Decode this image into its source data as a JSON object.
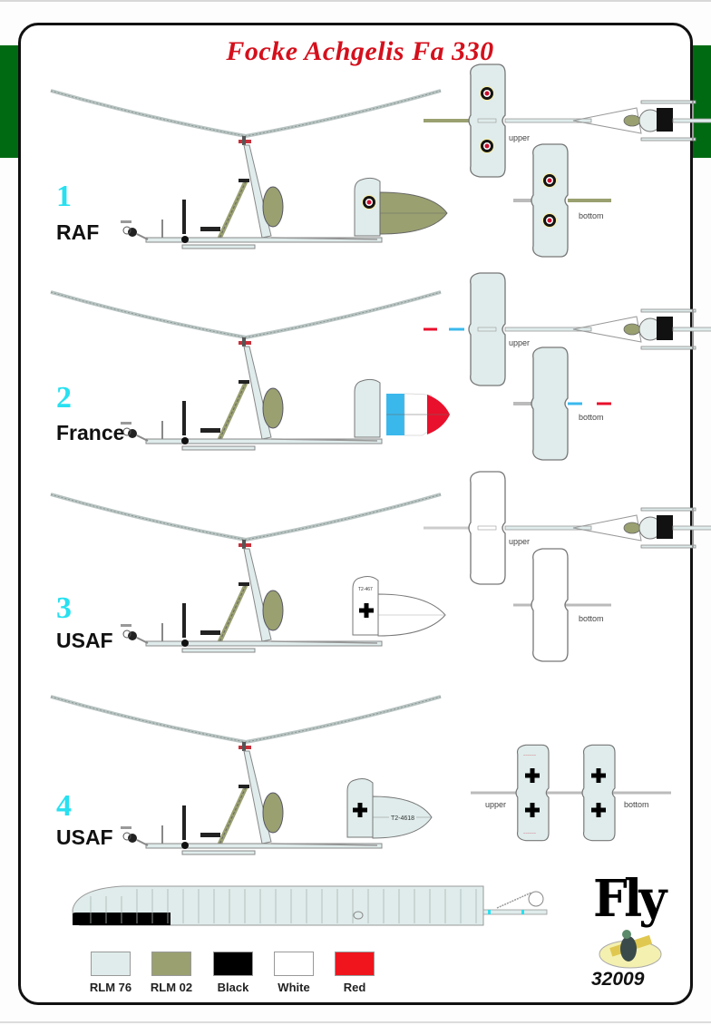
{
  "sheet": {
    "title": "Focke Achgelis Fa 330",
    "brand": "Fly",
    "catalog_number": "32009"
  },
  "schemes": [
    {
      "number": "1",
      "name": "RAF",
      "tail_cone": "RLM 02",
      "marking": "roundel",
      "views": {
        "upper": "upper",
        "bottom": "bottom"
      }
    },
    {
      "number": "2",
      "name": "France",
      "tail_cone": "tricolor blue-white-red",
      "marking": "tricolor",
      "views": {
        "upper": "upper",
        "bottom": "bottom"
      }
    },
    {
      "number": "3",
      "name": "USAF",
      "tail_cone": "White",
      "marking": "black cross",
      "fin_code": "T2-467",
      "views": {
        "upper": "upper",
        "bottom": "bottom"
      }
    },
    {
      "number": "4",
      "name": "USAF",
      "tail_cone": "RLM 76",
      "marking": "black cross",
      "fin_code": "T2-4618",
      "views": {
        "upper": "upper",
        "bottom": "bottom"
      }
    }
  ],
  "palette": [
    {
      "name": "RLM 76",
      "color": "#dfeceb"
    },
    {
      "name": "RLM 02",
      "color": "#9aa070"
    },
    {
      "name": "Black",
      "color": "#000000"
    },
    {
      "name": "White",
      "color": "#ffffff"
    },
    {
      "name": "Red",
      "color": "#f0141c"
    }
  ],
  "colors": {
    "frame_accent": "#006a12",
    "title": "#d4101c",
    "scheme_number": "#28e0f0",
    "roundel_blue": "#1a1a2e",
    "roundel_red": "#c8102e",
    "french_blue": "#3ab8ec",
    "french_red": "#e8102c"
  }
}
